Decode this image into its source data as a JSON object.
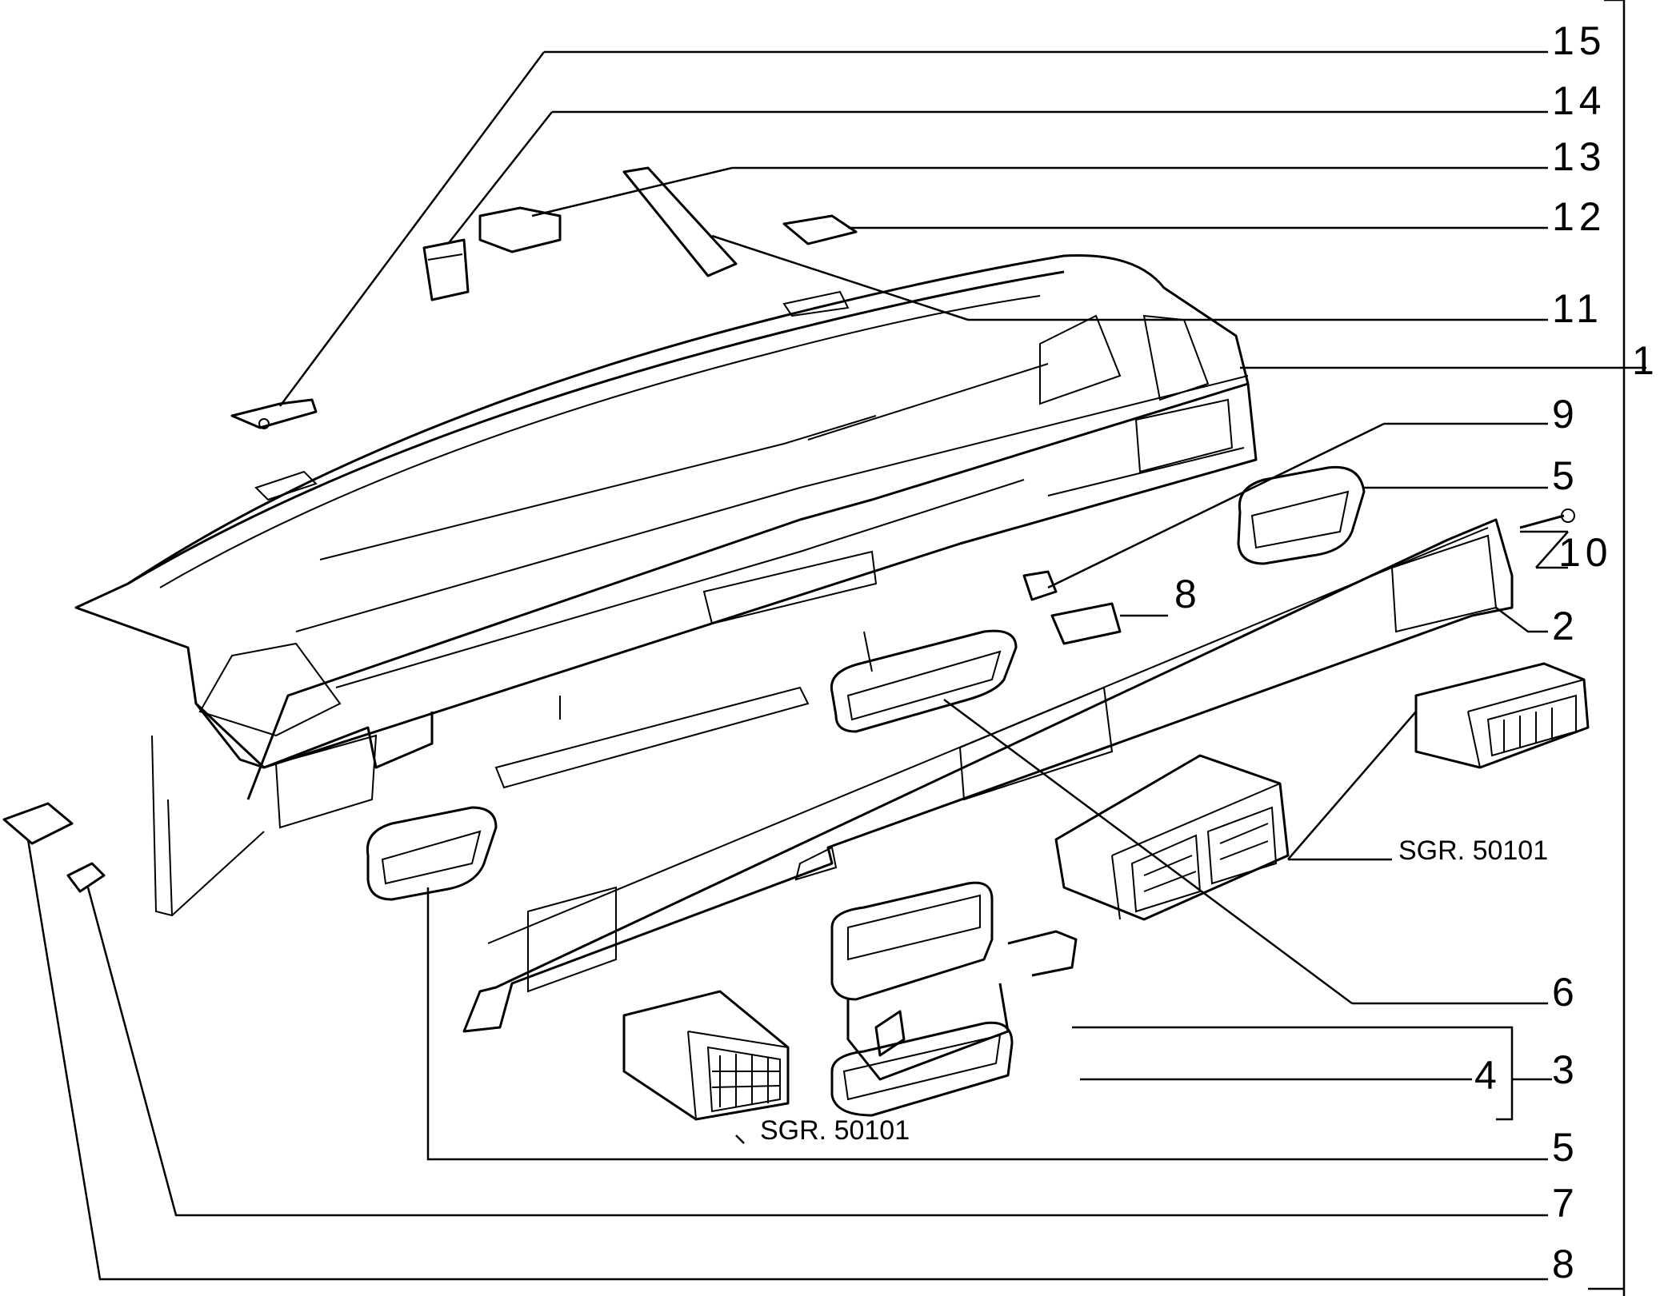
{
  "labels": {
    "l15": "15",
    "l14": "14",
    "l13": "13",
    "l12": "12",
    "l11": "11",
    "l1": "1",
    "l9": "9",
    "l5a": "5",
    "l10": "10",
    "l8a": "8",
    "l2": "2",
    "l6": "6",
    "l4": "4",
    "l3": "3",
    "l5b": "5",
    "l7": "7",
    "l8b": "8"
  },
  "references": {
    "ref_right": "SGR. 50101",
    "ref_left": "SGR. 50101"
  }
}
